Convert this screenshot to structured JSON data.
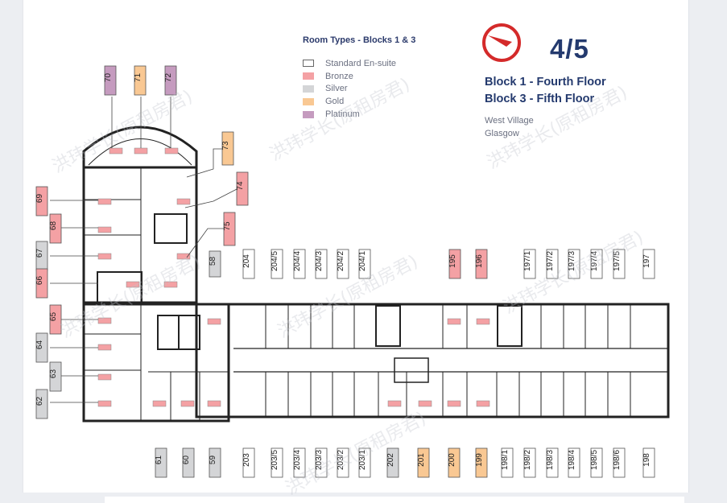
{
  "legend": {
    "title": "Room Types - Blocks 1 & 3",
    "items": [
      {
        "label": "Standard En-suite",
        "color": "#ffffff"
      },
      {
        "label": "Bronze",
        "color": "#f4a1a4"
      },
      {
        "label": "Silver",
        "color": "#d4d5d7"
      },
      {
        "label": "Gold",
        "color": "#f9c893"
      },
      {
        "label": "Platinum",
        "color": "#c59bbf"
      }
    ]
  },
  "floor": {
    "number": "4/5",
    "block1": "Block 1 - Fourth Floor",
    "block3": "Block 3 - Fifth Floor",
    "location_line1": "West Village",
    "location_line2": "Glasgow"
  },
  "colors": {
    "accent": "#d42a2a",
    "navy": "#243a6e"
  },
  "icons": {
    "compass": "compass-icon",
    "watermark": "watermark"
  },
  "watermark_text": "洪玮学长(原租房君)",
  "rooms": [
    {
      "label": "70",
      "type": "Platinum"
    },
    {
      "label": "71",
      "type": "Gold"
    },
    {
      "label": "72",
      "type": "Platinum"
    },
    {
      "label": "73",
      "type": "Gold"
    },
    {
      "label": "74",
      "type": "Bronze"
    },
    {
      "label": "75",
      "type": "Bronze"
    },
    {
      "label": "69",
      "type": "Bronze"
    },
    {
      "label": "68",
      "type": "Bronze"
    },
    {
      "label": "67",
      "type": "Silver"
    },
    {
      "label": "66",
      "type": "Bronze"
    },
    {
      "label": "65",
      "type": "Bronze"
    },
    {
      "label": "64",
      "type": "Silver"
    },
    {
      "label": "63",
      "type": "Silver"
    },
    {
      "label": "62",
      "type": "Silver"
    },
    {
      "label": "58",
      "type": "Silver"
    },
    {
      "label": "204",
      "type": "Standard En-suite"
    },
    {
      "label": "204/5",
      "type": "Standard En-suite"
    },
    {
      "label": "204/4",
      "type": "Standard En-suite"
    },
    {
      "label": "204/3",
      "type": "Standard En-suite"
    },
    {
      "label": "204/2",
      "type": "Standard En-suite"
    },
    {
      "label": "204/1",
      "type": "Standard En-suite"
    },
    {
      "label": "195",
      "type": "Bronze"
    },
    {
      "label": "196",
      "type": "Bronze"
    },
    {
      "label": "197/1",
      "type": "Standard En-suite"
    },
    {
      "label": "197/2",
      "type": "Standard En-suite"
    },
    {
      "label": "197/3",
      "type": "Standard En-suite"
    },
    {
      "label": "197/4",
      "type": "Standard En-suite"
    },
    {
      "label": "197/5",
      "type": "Standard En-suite"
    },
    {
      "label": "197",
      "type": "Standard En-suite"
    },
    {
      "label": "61",
      "type": "Silver"
    },
    {
      "label": "60",
      "type": "Silver"
    },
    {
      "label": "59",
      "type": "Silver"
    },
    {
      "label": "203",
      "type": "Standard En-suite"
    },
    {
      "label": "203/5",
      "type": "Standard En-suite"
    },
    {
      "label": "203/4",
      "type": "Standard En-suite"
    },
    {
      "label": "203/3",
      "type": "Standard En-suite"
    },
    {
      "label": "203/2",
      "type": "Standard En-suite"
    },
    {
      "label": "203/1",
      "type": "Standard En-suite"
    },
    {
      "label": "202",
      "type": "Silver"
    },
    {
      "label": "201",
      "type": "Gold"
    },
    {
      "label": "200",
      "type": "Gold"
    },
    {
      "label": "199",
      "type": "Gold"
    },
    {
      "label": "198/1",
      "type": "Standard En-suite"
    },
    {
      "label": "198/2",
      "type": "Standard En-suite"
    },
    {
      "label": "198/3",
      "type": "Standard En-suite"
    },
    {
      "label": "198/4",
      "type": "Standard En-suite"
    },
    {
      "label": "198/5",
      "type": "Standard En-suite"
    },
    {
      "label": "198/6",
      "type": "Standard En-suite"
    },
    {
      "label": "198",
      "type": "Standard En-suite"
    }
  ]
}
